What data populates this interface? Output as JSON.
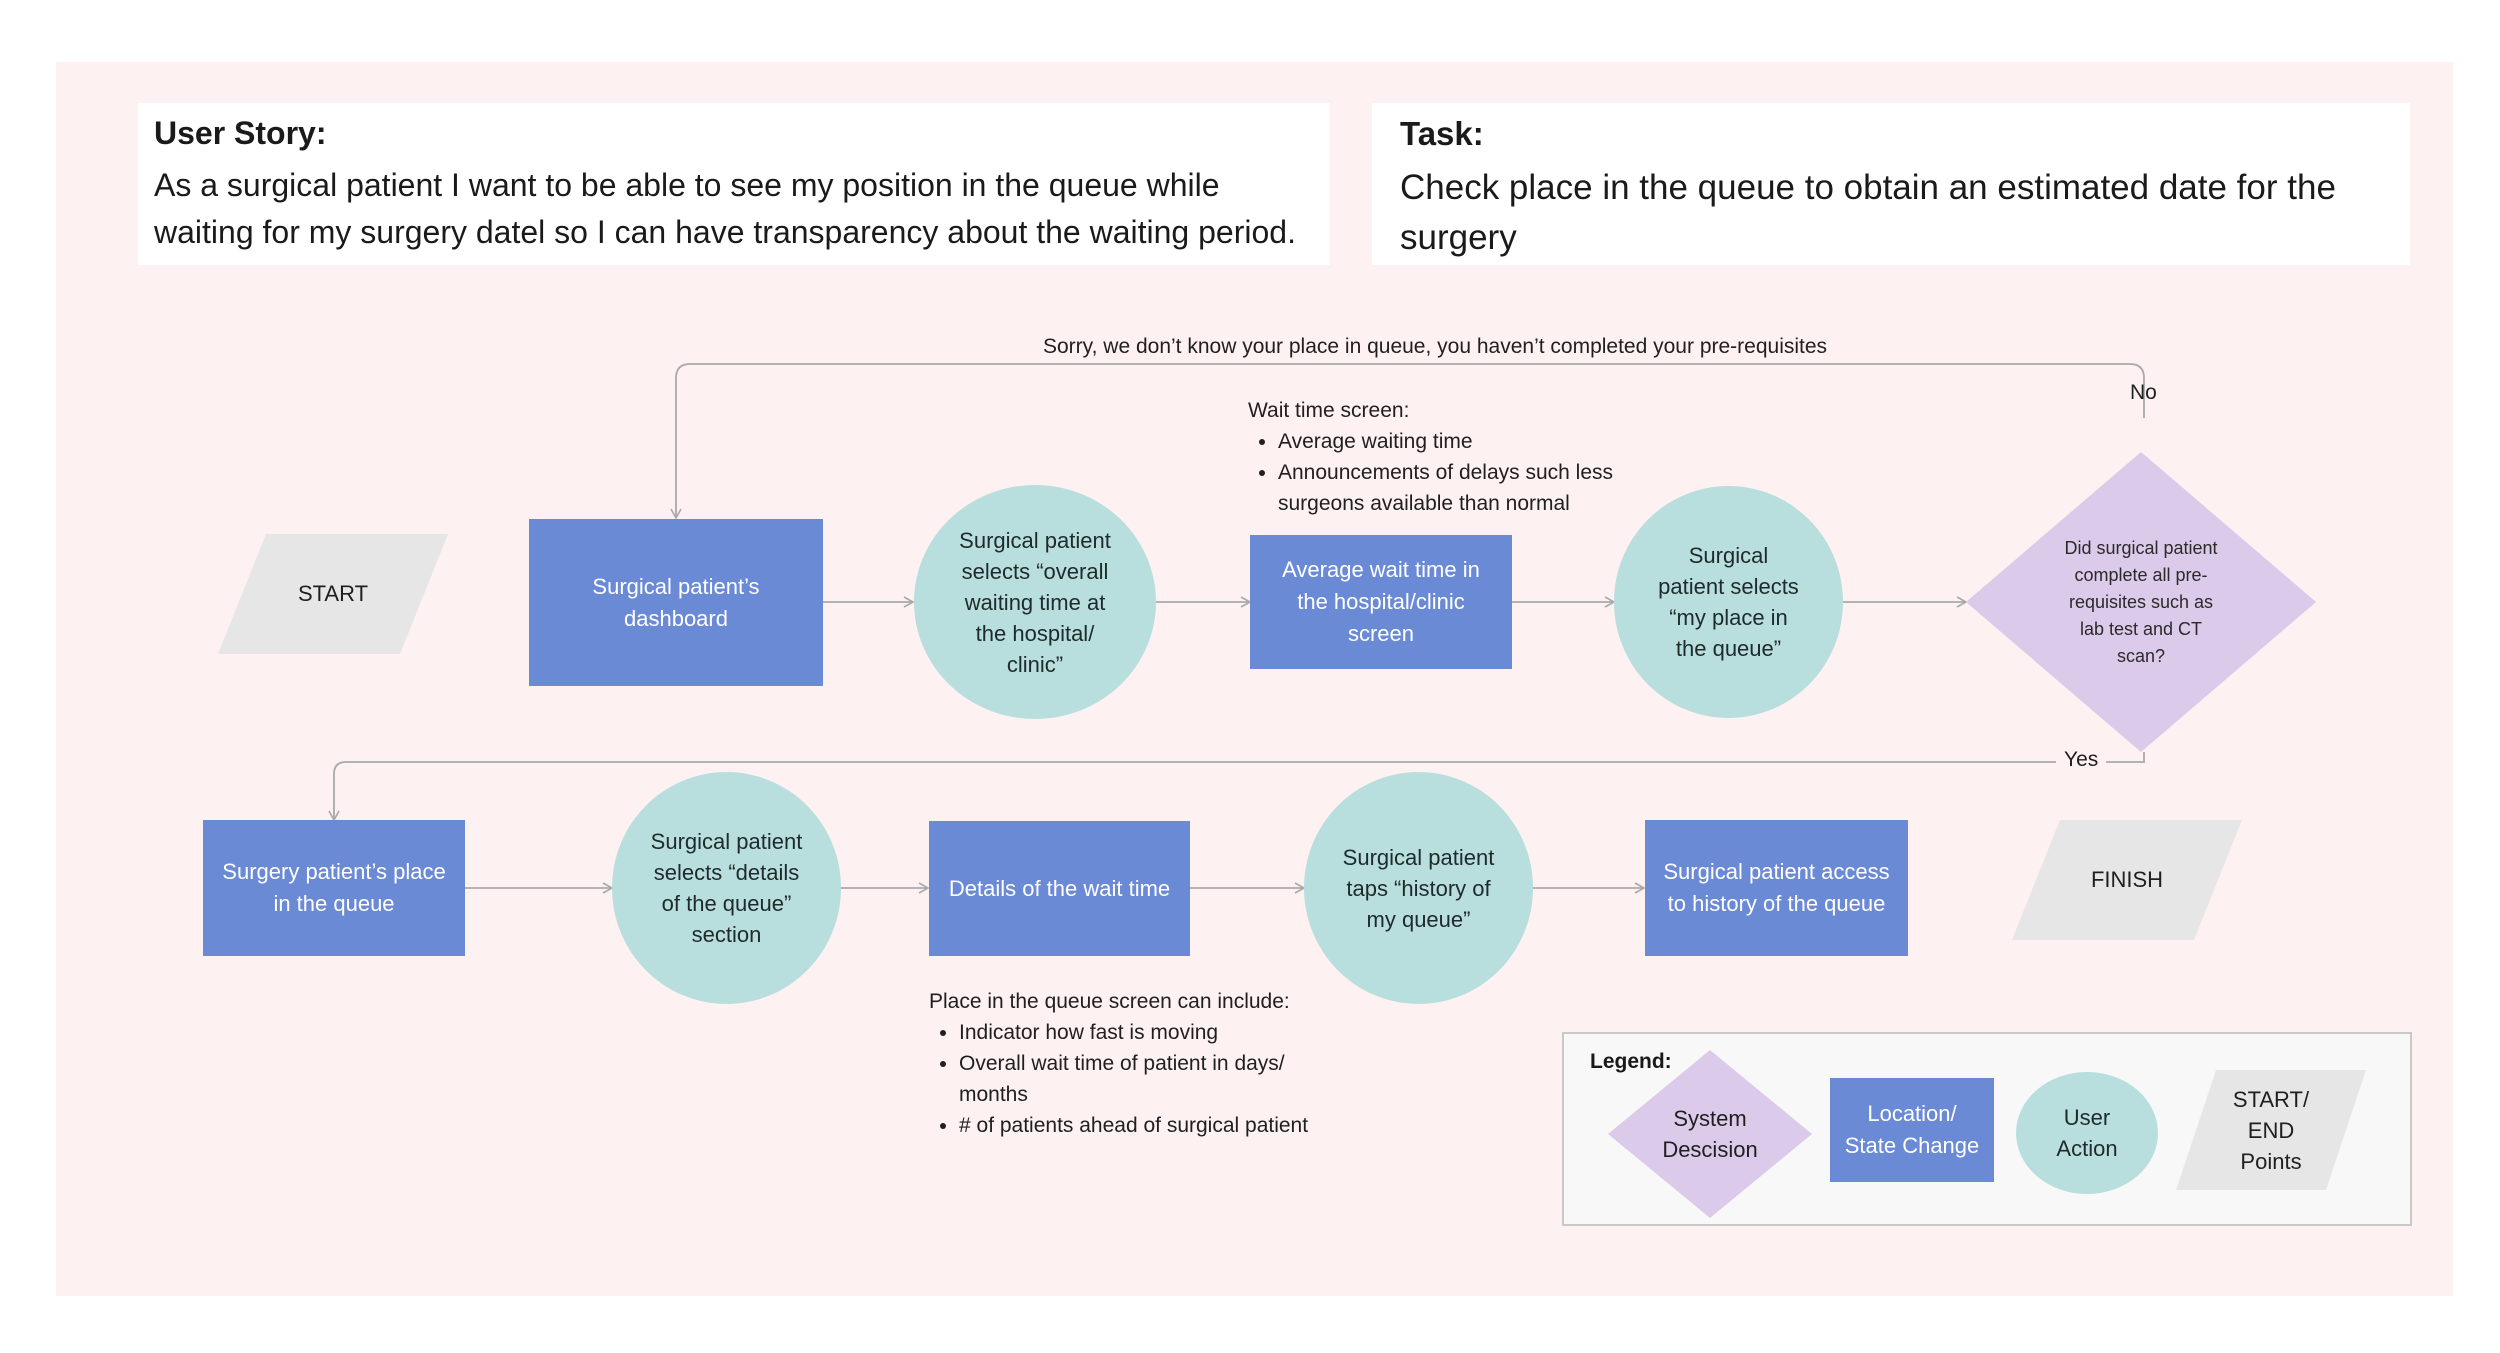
{
  "user_story": {
    "title": "User Story:",
    "text": "As a surgical patient I want to be able to see my position in the queue while waiting for my surgery datel so I can have transparency about the waiting period."
  },
  "task": {
    "title": "Task:",
    "text": "Check place in the queue to obtain an estimated date for the surgery"
  },
  "flow": {
    "start": "START",
    "finish": "FINISH",
    "dashboard": "Surgical patient’s dashboard",
    "selects_overall": "Surgical patient selects “overall waiting time at the hospital/ clinic”",
    "avg_wait_screen": "Average wait time in the hospital/clinic screen",
    "selects_place": "Surgical patient selects “my place in the queue”",
    "decision": "Did surgical patient complete all pre-requisites such as lab test and CT scan?",
    "place_in_queue": "Surgery patient’s place in the queue",
    "selects_details": "Surgical patient selects “details of the queue” section",
    "details_wait": "Details of the wait time",
    "taps_history": "Surgical patient taps “history of my queue”",
    "access_history": "Surgical patient access to history of the queue",
    "sorry_message": "Sorry, we don’t know your place in queue, you haven’t completed your pre-requisites",
    "no_label": "No",
    "yes_label": "Yes"
  },
  "notes": {
    "wait_screen": {
      "heading": "Wait time screen:",
      "items": [
        "Average waiting time",
        "Announcements of delays such less surgeons available than normal"
      ]
    },
    "queue_screen": {
      "heading": "Place in the queue screen can include:",
      "items": [
        "Indicator how fast is moving",
        "Overall wait time of patient in days/ months",
        "# of patients ahead of surgical patient"
      ]
    }
  },
  "legend": {
    "title": "Legend:",
    "decision": "System Descision",
    "location": "Location/ State Change",
    "action": "User Action",
    "points": "START/ END Points"
  },
  "colors": {
    "background": "#fdf1f1",
    "location": "#6b8ad6",
    "action": "#b8dfdd",
    "decision": "#dccaea",
    "terminal": "#e6e6e6",
    "connector": "#a9a9a9"
  }
}
